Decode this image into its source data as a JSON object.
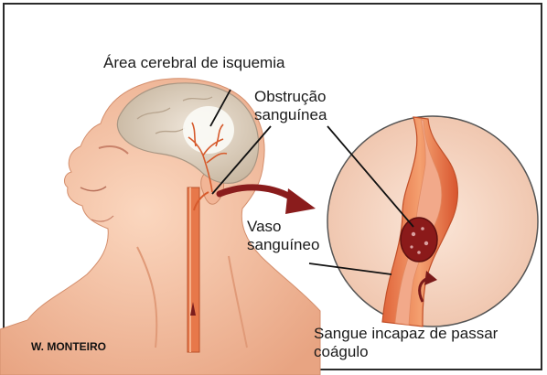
{
  "labels": {
    "ischemia_area": "Área cerebral de isquemia",
    "obstruction_line1": "Obstrução",
    "obstruction_line2": "sanguínea",
    "vessel_line1": "Vaso",
    "vessel_line2": "sanguíneo",
    "blood_line1": "Sangue incapaz de passar",
    "blood_line2": "coágulo"
  },
  "credit": "W. MONTEIRO",
  "colors": {
    "skin": "#f6c7a8",
    "skin_shadow": "#e9a785",
    "brain": "#d8c8b4",
    "artery": "#e2723a",
    "circle_bg": "#f7d8c6",
    "clot": "#8b1a1a",
    "arrow": "#8a1c1c"
  }
}
